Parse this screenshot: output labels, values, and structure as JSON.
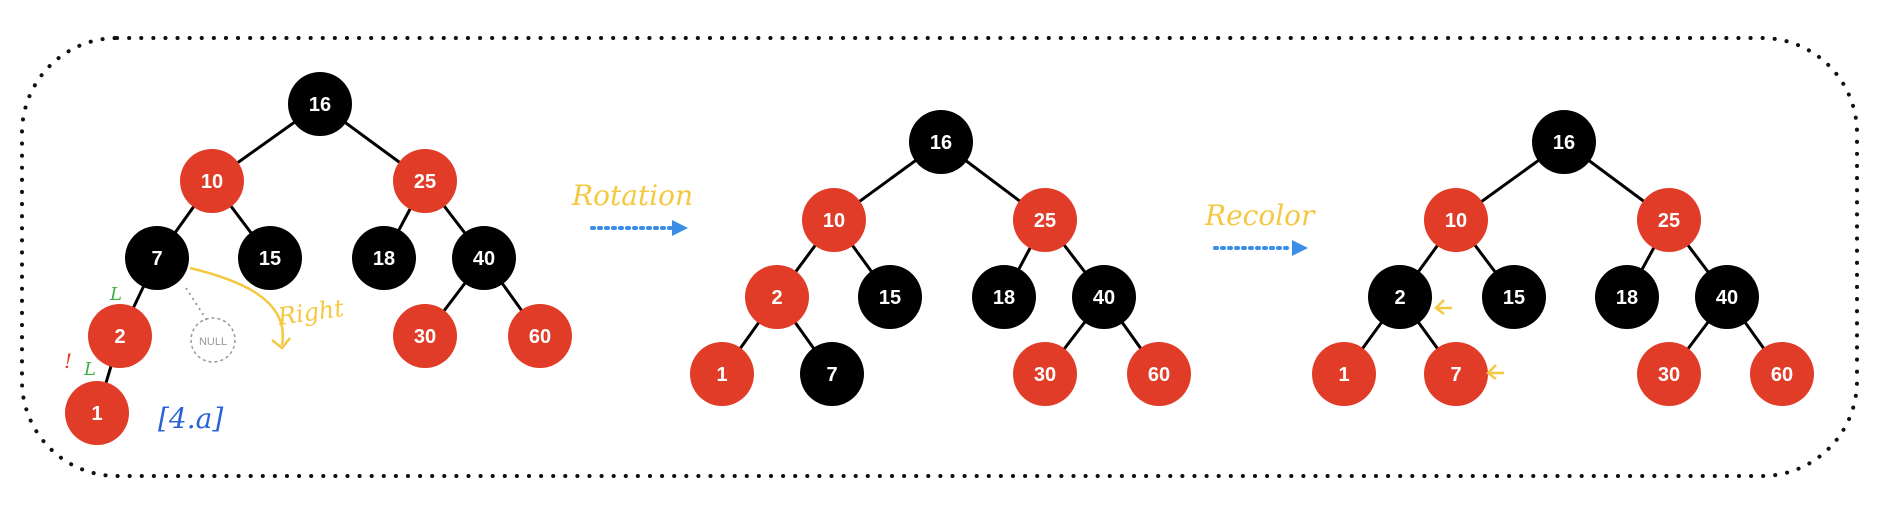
{
  "colors": {
    "red_node": "#e03c28",
    "black_node": "#000000",
    "edge": "#000000",
    "arrow": "#3a8ee6",
    "annotation_yellow": "#f5c842",
    "annotation_green": "#3cb043",
    "annotation_red": "#e03c28",
    "annotation_blue": "#2a63d8",
    "null_gray": "#999999"
  },
  "annotations": {
    "rotation_label": "Rotation",
    "recolor_label": "Recolor",
    "right_label": "Right",
    "case_label": "[4.a]",
    "null_label": "NULL",
    "l_mark_1": "L",
    "l_mark_2": "L",
    "bang": "!"
  },
  "trees": [
    {
      "name": "before",
      "nodes": [
        {
          "id": "16",
          "label": "16",
          "color": "black"
        },
        {
          "id": "10",
          "label": "10",
          "color": "red"
        },
        {
          "id": "25",
          "label": "25",
          "color": "red"
        },
        {
          "id": "7",
          "label": "7",
          "color": "black"
        },
        {
          "id": "15",
          "label": "15",
          "color": "black"
        },
        {
          "id": "18",
          "label": "18",
          "color": "black"
        },
        {
          "id": "40",
          "label": "40",
          "color": "black"
        },
        {
          "id": "2",
          "label": "2",
          "color": "red"
        },
        {
          "id": "30",
          "label": "30",
          "color": "red"
        },
        {
          "id": "60",
          "label": "60",
          "color": "red"
        },
        {
          "id": "1",
          "label": "1",
          "color": "red"
        }
      ],
      "edges": [
        [
          "16",
          "10"
        ],
        [
          "16",
          "25"
        ],
        [
          "10",
          "7"
        ],
        [
          "10",
          "15"
        ],
        [
          "25",
          "18"
        ],
        [
          "25",
          "40"
        ],
        [
          "7",
          "2"
        ],
        [
          "40",
          "30"
        ],
        [
          "40",
          "60"
        ],
        [
          "2",
          "1"
        ]
      ]
    },
    {
      "name": "after-rotation",
      "nodes": [
        {
          "id": "16",
          "label": "16",
          "color": "black"
        },
        {
          "id": "10",
          "label": "10",
          "color": "red"
        },
        {
          "id": "25",
          "label": "25",
          "color": "red"
        },
        {
          "id": "2",
          "label": "2",
          "color": "red"
        },
        {
          "id": "15",
          "label": "15",
          "color": "black"
        },
        {
          "id": "18",
          "label": "18",
          "color": "black"
        },
        {
          "id": "40",
          "label": "40",
          "color": "black"
        },
        {
          "id": "1",
          "label": "1",
          "color": "red"
        },
        {
          "id": "7",
          "label": "7",
          "color": "black"
        },
        {
          "id": "30",
          "label": "30",
          "color": "red"
        },
        {
          "id": "60",
          "label": "60",
          "color": "red"
        }
      ],
      "edges": [
        [
          "16",
          "10"
        ],
        [
          "16",
          "25"
        ],
        [
          "10",
          "2"
        ],
        [
          "10",
          "15"
        ],
        [
          "25",
          "18"
        ],
        [
          "25",
          "40"
        ],
        [
          "2",
          "1"
        ],
        [
          "2",
          "7"
        ],
        [
          "40",
          "30"
        ],
        [
          "40",
          "60"
        ]
      ]
    },
    {
      "name": "after-recolor",
      "nodes": [
        {
          "id": "16",
          "label": "16",
          "color": "black"
        },
        {
          "id": "10",
          "label": "10",
          "color": "red"
        },
        {
          "id": "25",
          "label": "25",
          "color": "red"
        },
        {
          "id": "2",
          "label": "2",
          "color": "black"
        },
        {
          "id": "15",
          "label": "15",
          "color": "black"
        },
        {
          "id": "18",
          "label": "18",
          "color": "black"
        },
        {
          "id": "40",
          "label": "40",
          "color": "black"
        },
        {
          "id": "1",
          "label": "1",
          "color": "red"
        },
        {
          "id": "7",
          "label": "7",
          "color": "red"
        },
        {
          "id": "30",
          "label": "30",
          "color": "red"
        },
        {
          "id": "60",
          "label": "60",
          "color": "red"
        }
      ],
      "edges": [
        [
          "16",
          "10"
        ],
        [
          "16",
          "25"
        ],
        [
          "10",
          "2"
        ],
        [
          "10",
          "15"
        ],
        [
          "25",
          "18"
        ],
        [
          "25",
          "40"
        ],
        [
          "2",
          "1"
        ],
        [
          "2",
          "7"
        ],
        [
          "40",
          "30"
        ],
        [
          "40",
          "60"
        ]
      ]
    }
  ]
}
